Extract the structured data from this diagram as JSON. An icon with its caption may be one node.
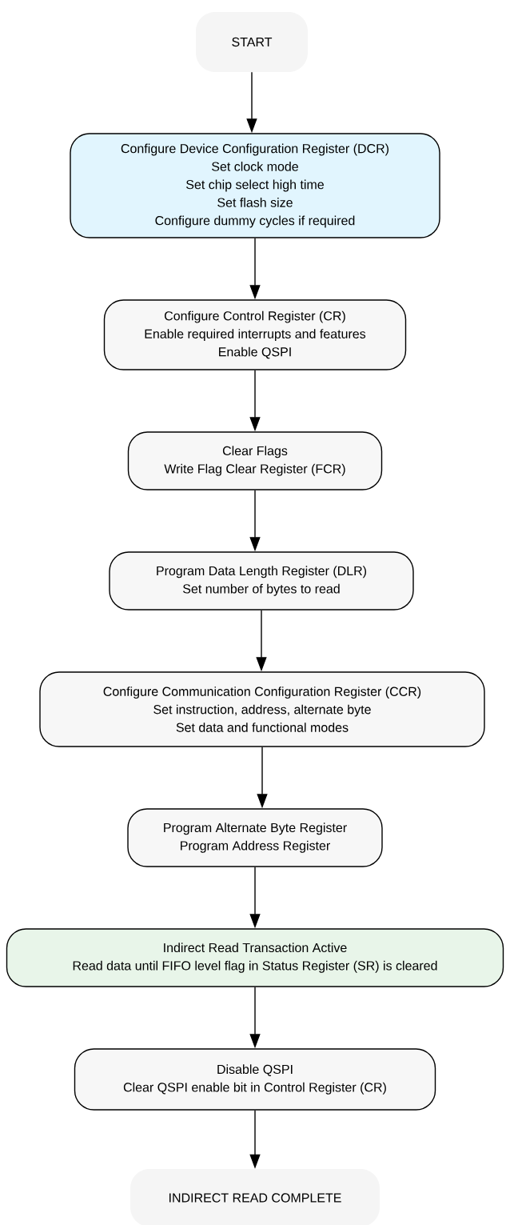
{
  "diagram": {
    "nodes": [
      {
        "text": [
          "START"
        ]
      },
      {
        "text": [
          "Configure Device Configuration Register (DCR)",
          "Set clock mode",
          "Set chip select high time",
          "Set flash size",
          "Configure dummy cycles if required"
        ]
      },
      {
        "text": [
          "Configure Control Register (CR)",
          "Enable required interrupts and features",
          "Enable QSPI"
        ]
      },
      {
        "text": [
          "Clear Flags",
          "Write Flag Clear Register (FCR)"
        ]
      },
      {
        "text": [
          "Program Data Length Register (DLR)",
          "Set number of bytes to read"
        ]
      },
      {
        "text": [
          "Configure Communication Configuration Register (CCR)",
          "Set instruction, address, alternate byte",
          "Set data and functional modes"
        ]
      },
      {
        "text": [
          "Program Alternate Byte Register",
          "Program Address Register"
        ]
      },
      {
        "text": [
          "Indirect Read Transaction Active",
          "Read data until FIFO level flag in Status Register (SR) is cleared"
        ]
      },
      {
        "text": [
          "Disable QSPI",
          "Clear QSPI enable bit in Control Register (CR)"
        ]
      },
      {
        "text": [
          "INDIRECT READ COMPLETE"
        ]
      }
    ],
    "edges": [
      {
        "from": 0,
        "to": 1,
        "arrow": "to"
      },
      {
        "from": 1,
        "to": 2,
        "arrow": "to"
      },
      {
        "from": 2,
        "to": 3,
        "arrow": "to"
      },
      {
        "from": 3,
        "to": 4,
        "arrow": "to"
      },
      {
        "from": 4,
        "to": 5,
        "arrow": "to"
      },
      {
        "from": 5,
        "to": 6,
        "arrow": "to"
      },
      {
        "from": 6,
        "to": 7,
        "arrow": "to"
      },
      {
        "from": 7,
        "to": 8,
        "arrow": "to"
      },
      {
        "from": 8,
        "to": 9,
        "arrow": "to"
      }
    ]
  }
}
